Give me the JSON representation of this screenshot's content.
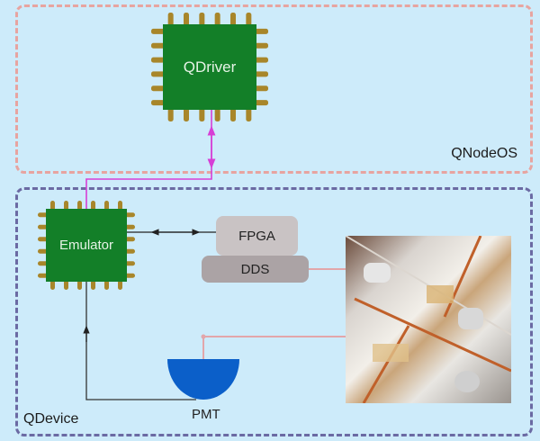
{
  "regions": {
    "qnodeos": {
      "label": "QNodeOS",
      "border_color": "#e7a4a0"
    },
    "qdevice": {
      "label": "QDevice",
      "border_color": "#6b6aa3"
    }
  },
  "components": {
    "qdriver": {
      "label": "QDriver",
      "type": "chip"
    },
    "emulator": {
      "label": "Emulator",
      "type": "chip"
    },
    "fpga": {
      "label": "FPGA"
    },
    "dds": {
      "label": "DDS"
    },
    "pmt": {
      "label": "PMT",
      "type": "detector"
    },
    "trap_photo": {
      "description": "ion trap hardware photo"
    }
  },
  "connections": [
    {
      "from": "qdriver",
      "to": "emulator",
      "style": "bidirectional",
      "color": "#d63fd6"
    },
    {
      "from": "emulator",
      "to": "fpga",
      "style": "bidirectional",
      "color": "#222222"
    },
    {
      "from": "pmt",
      "to": "emulator",
      "style": "directed",
      "color": "#222222"
    },
    {
      "from": "dds",
      "to": "trap_photo",
      "style": "line",
      "color": "#e2a6aa"
    },
    {
      "from": "trap_photo",
      "to": "pmt",
      "style": "line",
      "color": "#e2a6aa"
    }
  ],
  "colors": {
    "background": "#cdebfa",
    "chip_body": "#137f28",
    "chip_pin": "#a8862a",
    "pmt": "#0b5fc9"
  }
}
